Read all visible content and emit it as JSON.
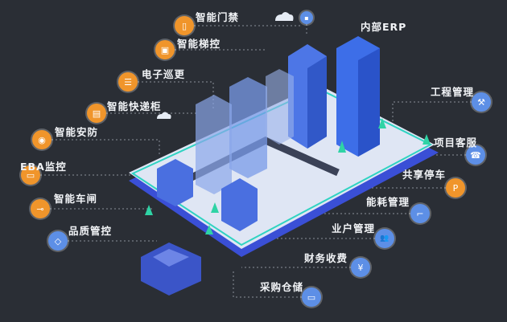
{
  "left_modules": [
    {
      "label": "智能门禁",
      "icon": "door-access-icon",
      "glyph": "▯"
    },
    {
      "label": "智能梯控",
      "icon": "elevator-icon",
      "glyph": "▣"
    },
    {
      "label": "电子巡更",
      "icon": "patrol-icon",
      "glyph": "☰"
    },
    {
      "label": "智能快递柜",
      "icon": "parcel-locker-icon",
      "glyph": "▤"
    },
    {
      "label": "智能安防",
      "icon": "security-camera-icon",
      "glyph": "◉"
    },
    {
      "label": "EBA监控",
      "icon": "monitor-icon",
      "glyph": "▭"
    },
    {
      "label": "智能车闸",
      "icon": "barrier-gate-icon",
      "glyph": "⊸"
    },
    {
      "label": "品质管控",
      "icon": "quality-diamond-icon",
      "glyph": "◇"
    }
  ],
  "right_modules": [
    {
      "label": "内部ERP",
      "icon": "erp-icon",
      "glyph": "▪"
    },
    {
      "label": "工程管理",
      "icon": "engineering-icon",
      "glyph": "⚒"
    },
    {
      "label": "项目客服",
      "icon": "customer-service-icon",
      "glyph": "☎"
    },
    {
      "label": "共享停车",
      "icon": "parking-icon",
      "glyph": "P"
    },
    {
      "label": "能耗管理",
      "icon": "energy-icon",
      "glyph": "⌐"
    },
    {
      "label": "业户管理",
      "icon": "residents-icon",
      "glyph": "👥"
    },
    {
      "label": "财务收费",
      "icon": "yuan-icon",
      "glyph": "¥"
    },
    {
      "label": "采购仓储",
      "icon": "warehouse-icon",
      "glyph": "▭"
    }
  ],
  "colors": {
    "background": "#2a2e35",
    "orange": "#f0952b",
    "blue": "#5d8fe6"
  }
}
